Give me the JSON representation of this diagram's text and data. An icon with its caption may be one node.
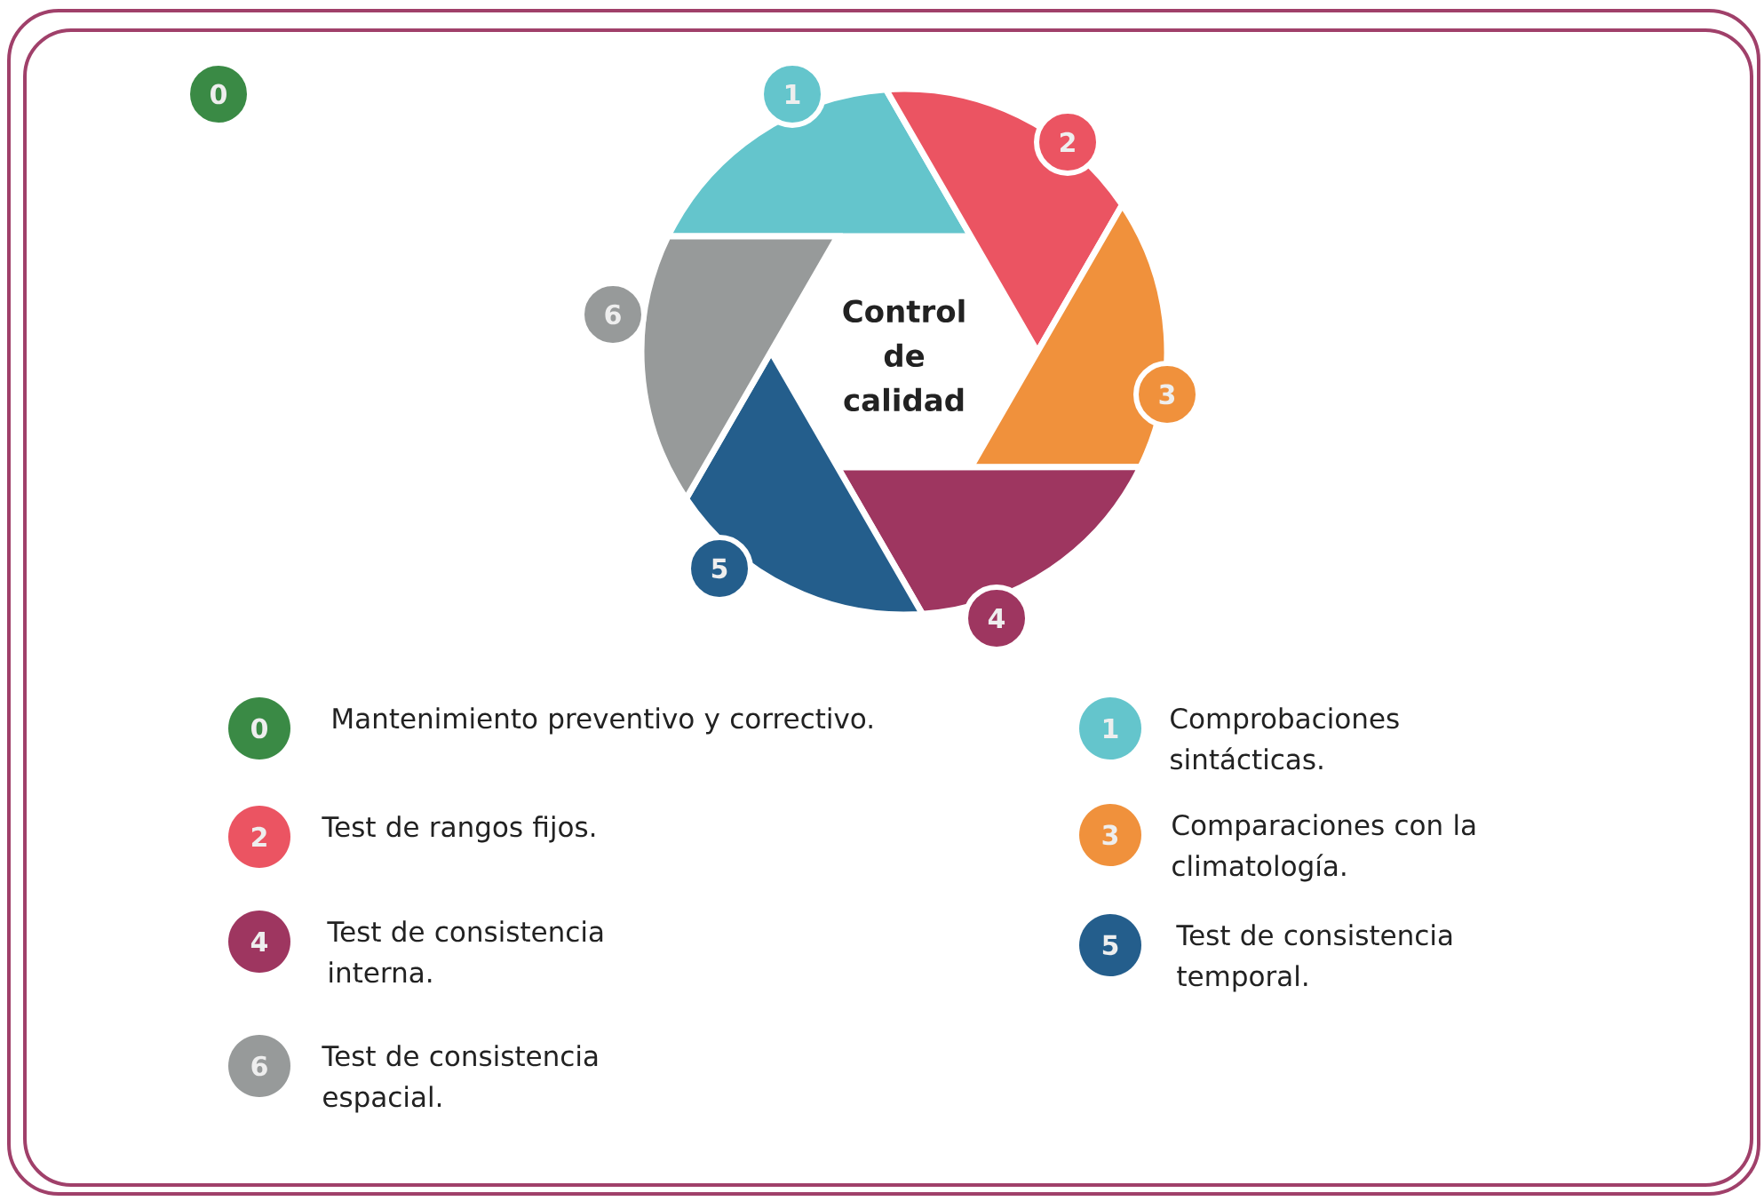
{
  "diagram": {
    "nodes": [
      {
        "text": [
          "0"
        ]
      },
      {
        "text": [
          "Control de calidad"
        ]
      },
      {
        "text": [
          "1"
        ]
      },
      {
        "text": [
          "2"
        ]
      },
      {
        "text": [
          "3"
        ]
      },
      {
        "text": [
          "4"
        ]
      },
      {
        "text": [
          "5"
        ]
      },
      {
        "text": [
          "6"
        ]
      }
    ],
    "labels": [
      "0",
      "1",
      "2",
      "3",
      "4",
      "5",
      "6"
    ],
    "legend": [
      {
        "text": "Mantenimiento preventivo y correctivo.",
        "color": "#3a8a45"
      },
      {
        "text": "Comprobaciones sintácticas.",
        "color": "#64c5cc"
      },
      {
        "text": "Test de rangos fijos.",
        "color": "#eb5462"
      },
      {
        "text": "Comparaciones con la climatología.",
        "color": "#f0913c"
      },
      {
        "text": "Test de consistencia interna.",
        "color": "#9e3660"
      },
      {
        "text": "Test de consistencia temporal.",
        "color": "#245e8c"
      },
      {
        "text": "Test de consistencia espacial.",
        "color": "#979a9a"
      }
    ]
  }
}
